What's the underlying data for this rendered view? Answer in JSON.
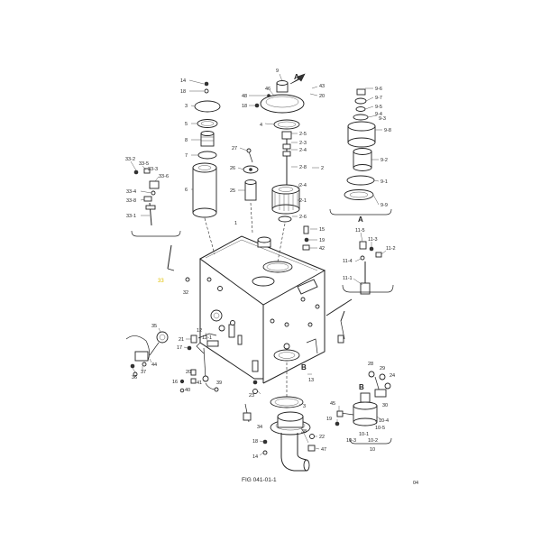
{
  "diagram": {
    "figure_label": "FIG 041-01-1",
    "page_code": "04",
    "detail_letters": {
      "a_top": "A",
      "a_bottom": "A",
      "b_top": "B",
      "b_bottom": "B"
    },
    "callouts": {
      "c14a": "14",
      "c18a": "18",
      "c3": "3",
      "c5": "5",
      "c8": "8",
      "c7": "7",
      "c6": "6",
      "c9": "9",
      "c46": "46",
      "c48": "48",
      "c18b": "18",
      "c4": "4",
      "c43": "43",
      "c20": "20",
      "c2_5": "2-5",
      "c2_3": "2-3",
      "c2_4a": "2-4",
      "c2_8": "2-8",
      "c2": "2",
      "c2_4b": "2-4",
      "c2_1": "2-1",
      "c2_6": "2-6",
      "c27": "27",
      "c26": "26",
      "c25": "25",
      "c1": "1",
      "c15": "15",
      "c19a": "19",
      "c42": "42",
      "c9_6": "9-6",
      "c9_7": "9-7",
      "c9_5": "9-5",
      "c9_4": "9-4",
      "c9_3": "9-3",
      "c9_8": "9-8",
      "c9_2": "9-2",
      "c9_1": "9-1",
      "c9_9": "9-9",
      "c33_2": "33-2",
      "c33_5": "33-5",
      "c33_3": "33-3",
      "c33_6": "33-6",
      "c33_4": "33-4",
      "c33_8": "33-8",
      "c33_1": "33-1",
      "c33": "33",
      "c32": "32",
      "c11_5": "11-5",
      "c11_3": "11-3",
      "c11_2": "11-2",
      "c11_4": "11-4",
      "c11_1": "11-1",
      "c35": "35",
      "c21": "21",
      "c17": "17",
      "c12": "12",
      "c12_1": "12-1",
      "c44": "44",
      "c36": "36",
      "c37": "37",
      "c20b": "20",
      "c16": "16",
      "c40": "40",
      "c41": "41",
      "c39": "39",
      "c23": "23",
      "c13": "13",
      "c3b": "3",
      "c34": "34",
      "c38": "38",
      "c18c": "18",
      "c14b": "14",
      "c22": "22",
      "c47": "47",
      "c28": "28",
      "c29": "29",
      "c24": "24",
      "c30": "30",
      "c45": "45",
      "c19b": "19",
      "c10_4": "10-4",
      "c10_5": "10-5",
      "c10_1": "10-1",
      "c10_2": "10-2",
      "c10_3": "10-3",
      "c10": "10"
    }
  }
}
